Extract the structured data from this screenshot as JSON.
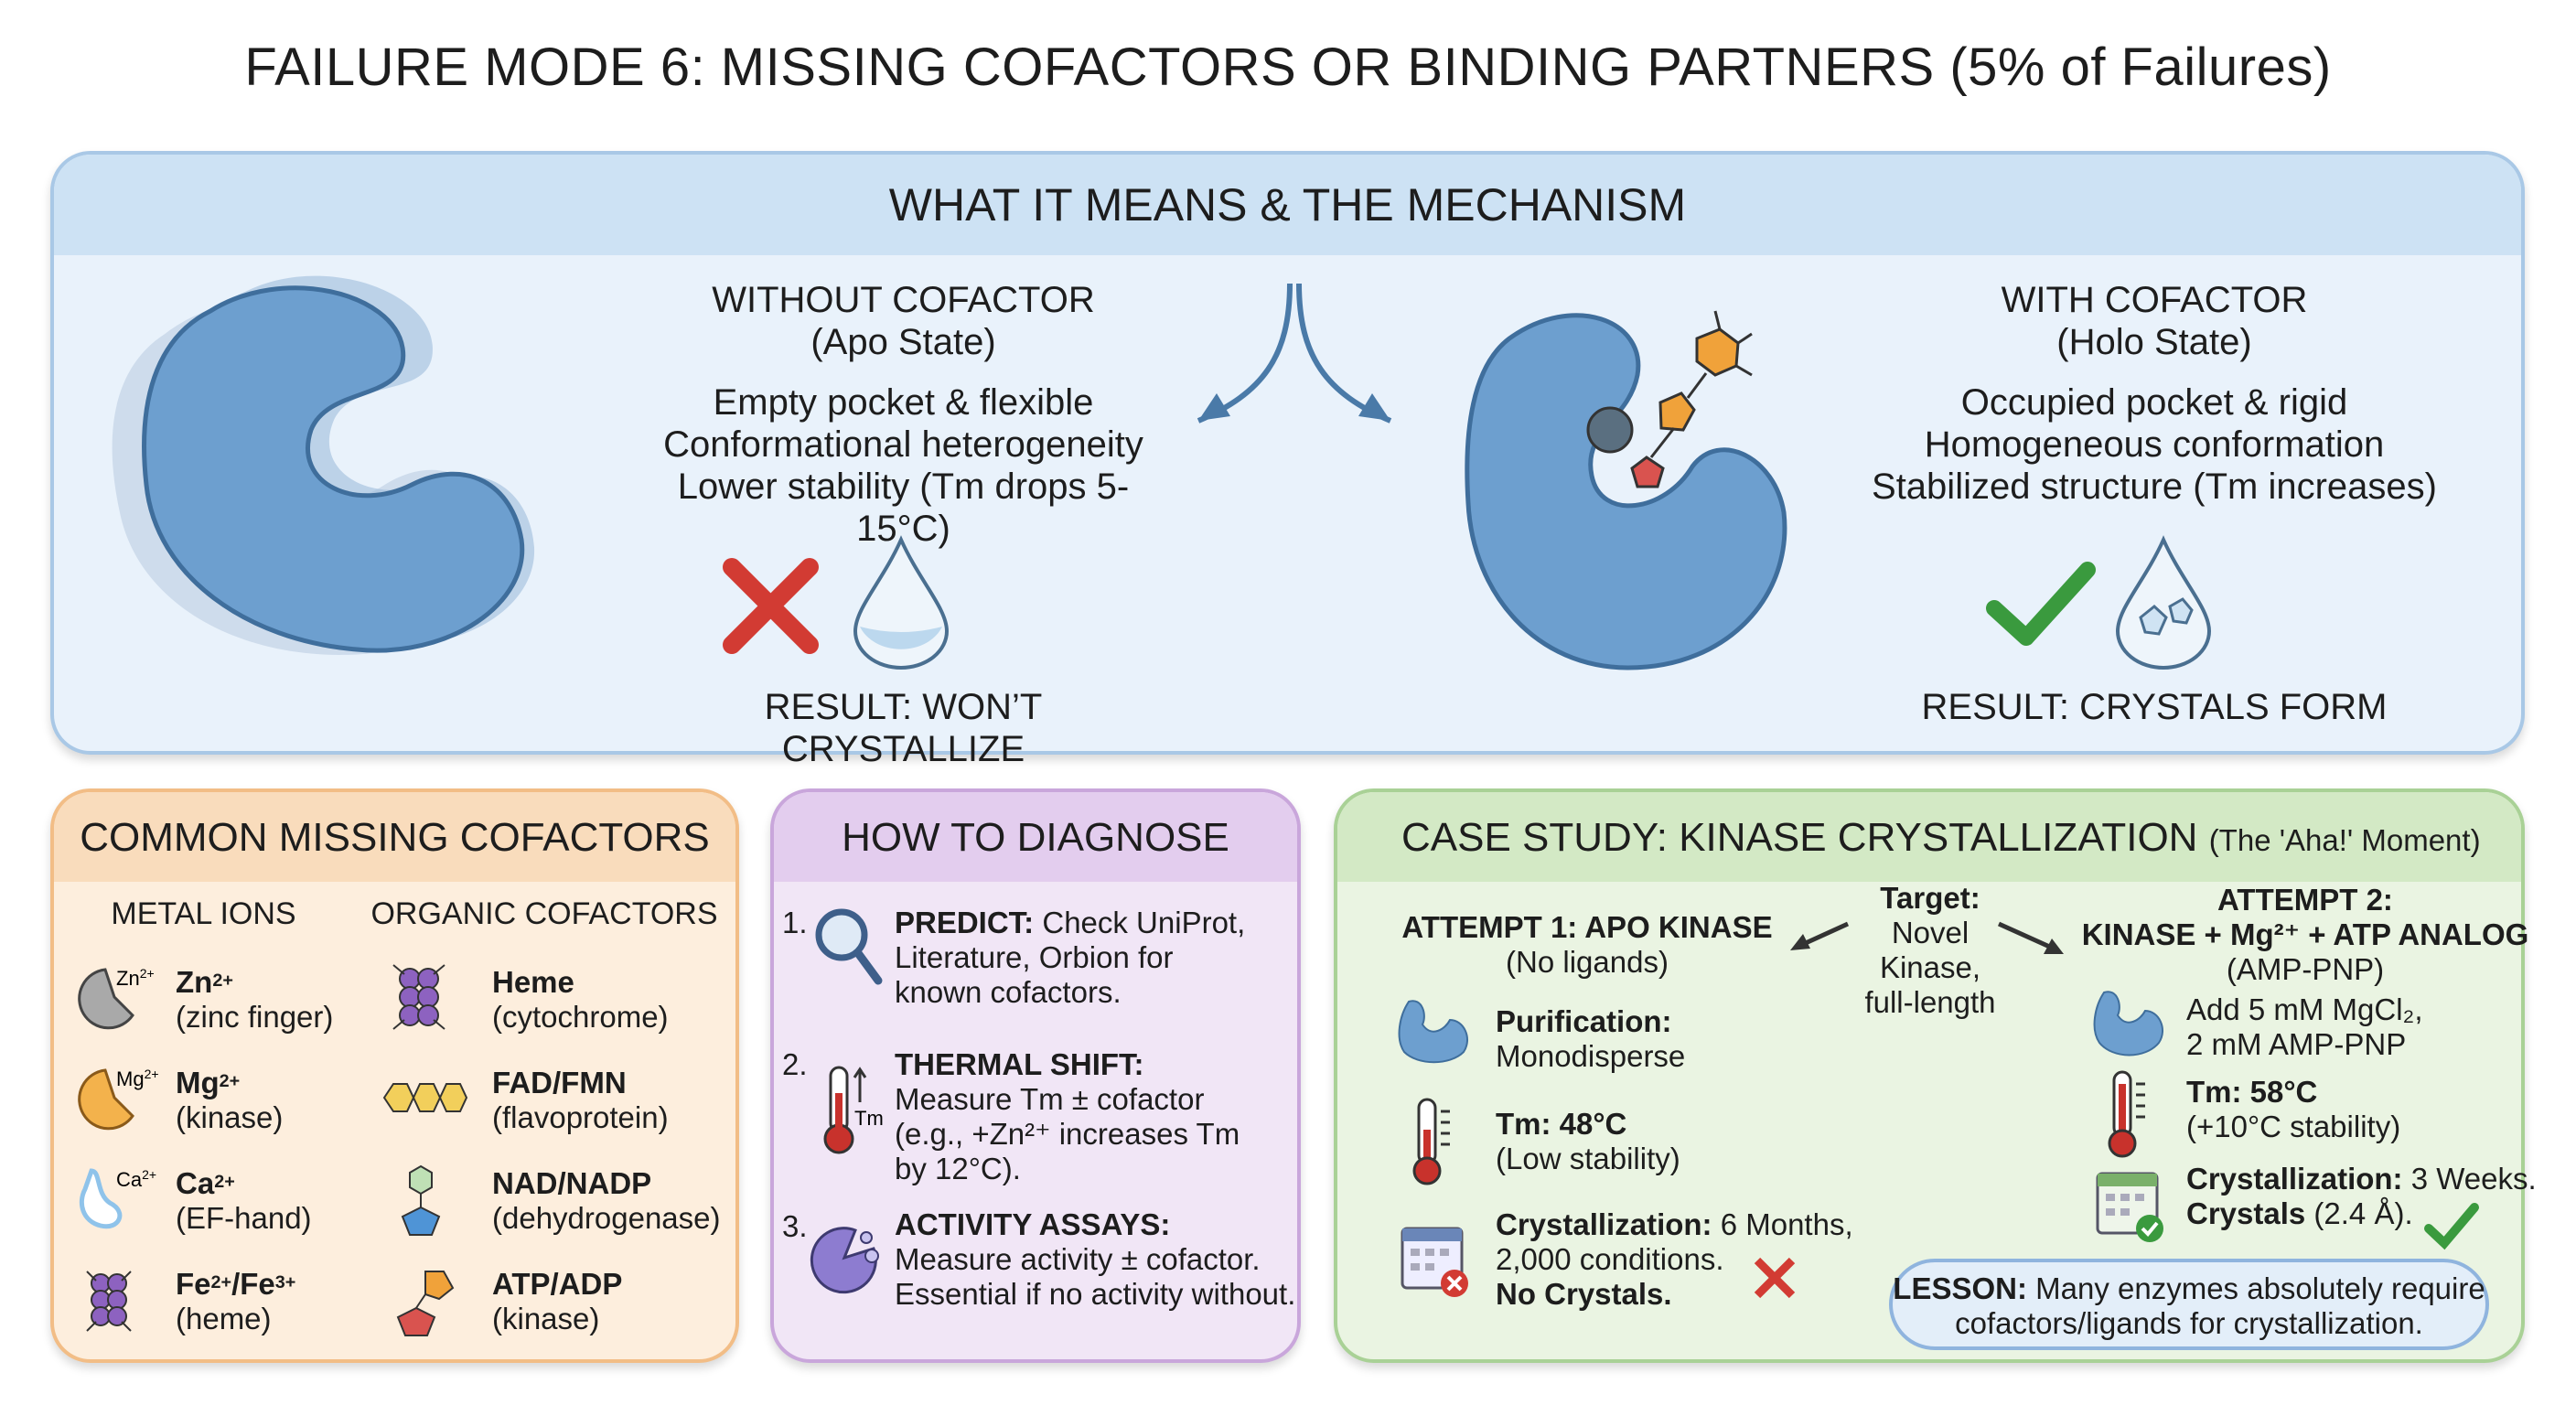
{
  "title": "FAILURE MODE 6: MISSING COFACTORS OR BINDING PARTNERS (5% of Failures)",
  "mechanism": {
    "header": "WHAT IT MEANS & THE MECHANISM",
    "without": {
      "title": "WITHOUT COFACTOR",
      "subtitle": "(Apo State)",
      "lines": [
        "Empty pocket & flexible",
        "Conformational heterogeneity",
        "Lower stability (Tm drops 5-15°C)"
      ],
      "result": "RESULT: WON’T CRYSTALLIZE"
    },
    "with": {
      "title": "WITH COFACTOR",
      "subtitle": "(Holo State)",
      "lines": [
        "Occupied pocket & rigid",
        "Homogeneous conformation",
        "Stabilized structure (Tm increases)"
      ],
      "result": "RESULT: CRYSTALS FORM"
    }
  },
  "cofactors": {
    "header": "COMMON MISSING COFACTORS",
    "metal_title": "METAL IONS",
    "organic_title": "ORGANIC COFACTORS",
    "metals": [
      {
        "name": "Zn",
        "sup": "2+",
        "icon_label": "Zn",
        "icon_sup": "2+",
        "desc": "(zinc finger)",
        "color": "#a9a9a9"
      },
      {
        "name": "Mg",
        "sup": "2+",
        "icon_label": "Mg",
        "icon_sup": "2+",
        "desc": "(kinase)",
        "color": "#f3b24c"
      },
      {
        "name": "Ca",
        "sup": "2+",
        "icon_label": "Ca",
        "icon_sup": "2+",
        "desc": "(EF-hand)",
        "color": "#8fc3ea"
      },
      {
        "name": "Fe",
        "sup": "2+",
        "name2": "/Fe",
        "sup2": "3+",
        "desc": "(heme)",
        "color": "#8d62c0"
      }
    ],
    "organics": [
      {
        "name": "Heme",
        "desc": "(cytochrome)"
      },
      {
        "name": "FAD/FMN",
        "desc": "(flavoprotein)"
      },
      {
        "name": "NAD/NADP",
        "desc": "(dehydrogenase)"
      },
      {
        "name": "ATP/ADP",
        "desc": "(kinase)"
      }
    ]
  },
  "diagnose": {
    "header": "HOW TO DIAGNOSE",
    "steps": [
      {
        "num": "1.",
        "title": "PREDICT:",
        "text1": " Check UniProt,",
        "lines": [
          "Literature, Orbion for",
          "known cofactors."
        ]
      },
      {
        "num": "2.",
        "title": "THERMAL SHIFT:",
        "icon_label": "Tm",
        "lines": [
          "Measure Tm ± cofactor",
          "(e.g., +Zn²⁺ increases Tm",
          "by 12°C)."
        ]
      },
      {
        "num": "3.",
        "title": "ACTIVITY ASSAYS:",
        "lines": [
          "Measure activity ± cofactor.",
          "Essential if no activity without."
        ]
      }
    ]
  },
  "case": {
    "header": "CASE STUDY: KINASE CRYSTALLIZATION",
    "header_note": "(The 'Aha!' Moment)",
    "target": [
      "Target:",
      "Novel",
      "Kinase,",
      "full-length"
    ],
    "attempt1": {
      "title": "ATTEMPT 1: APO KINASE",
      "subtitle": "(No ligands)",
      "purif_label": "Purification:",
      "purif_value": "Monodisperse",
      "tm_label": "Tm: 48°C",
      "tm_note": "(Low stability)",
      "cryst_label": "Crystallization:",
      "cryst_value": " 6 Months,",
      "cryst_line2": "2,000 conditions.",
      "cryst_line3": "No Crystals."
    },
    "attempt2": {
      "title": "ATTEMPT 2:",
      "title2": "KINASE + Mg²⁺ + ATP ANALOG",
      "subtitle": "(AMP-PNP)",
      "add_line1": "Add 5 mM MgCl₂,",
      "add_line2": "2 mM AMP-PNP",
      "tm_label": "Tm: 58°C",
      "tm_note": "(+10°C stability)",
      "cryst_label": "Crystallization:",
      "cryst_value": " 3 Weeks.",
      "crystals_label": "Crystals",
      "crystals_value": " (2.4 Å)."
    },
    "lesson_label": "LESSON:",
    "lesson_text": " Many enzymes absolutely require",
    "lesson_line2": "cofactors/ligands for crystallization."
  },
  "colors": {
    "protein": "#6d9fcf",
    "fail": "#d23b33",
    "success": "#3a9a3e",
    "orange": "#f2bd86",
    "purple": "#c9a6db",
    "green": "#a9d196",
    "blue": "#a9c8e6"
  }
}
